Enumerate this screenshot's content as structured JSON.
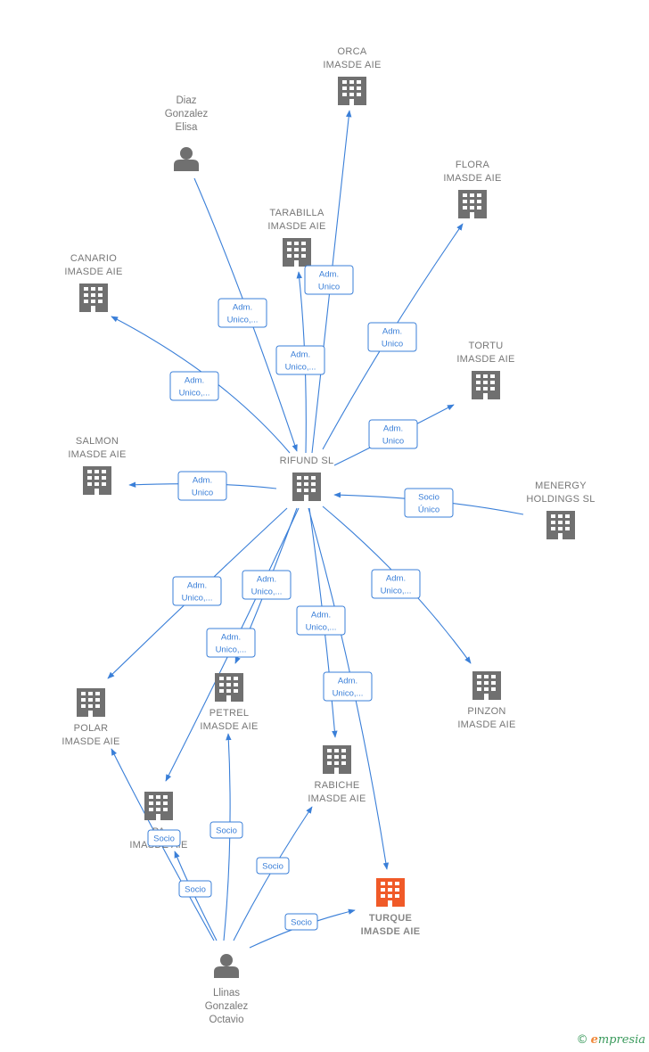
{
  "colors": {
    "edge": "#3a7fd8",
    "company": "#707070",
    "highlight": "#f05a28",
    "person": "#707070"
  },
  "nodes": [
    {
      "id": "orca",
      "type": "company",
      "lines": [
        "ORCA",
        "IMASDE  AIE"
      ]
    },
    {
      "id": "diaz",
      "type": "person",
      "lines": [
        "Diaz",
        "Gonzalez",
        "Elisa"
      ]
    },
    {
      "id": "flora",
      "type": "company",
      "lines": [
        "FLORA",
        "IMASDE  AIE"
      ]
    },
    {
      "id": "tarabilla",
      "type": "company",
      "lines": [
        "TARABILLA",
        "IMASDE  AIE"
      ]
    },
    {
      "id": "canario",
      "type": "company",
      "lines": [
        "CANARIO",
        "IMASDE  AIE"
      ]
    },
    {
      "id": "tortu",
      "type": "company",
      "lines": [
        "TORTU",
        "IMASDE  AIE"
      ]
    },
    {
      "id": "salmon",
      "type": "company",
      "lines": [
        "SALMON",
        "IMASDE  AIE"
      ]
    },
    {
      "id": "rifund",
      "type": "company",
      "lines": [
        "RIFUND  SL"
      ]
    },
    {
      "id": "menergy",
      "type": "company",
      "lines": [
        "MENERGY",
        "HOLDINGS  SL"
      ]
    },
    {
      "id": "polar",
      "type": "company",
      "lines": [
        "POLAR",
        "IMASDE  AIE"
      ]
    },
    {
      "id": "petrel",
      "type": "company",
      "lines": [
        "PETREL",
        "IMASDE  AIE"
      ]
    },
    {
      "id": "pinzon",
      "type": "company",
      "lines": [
        "PINZON",
        "IMASDE  AIE"
      ]
    },
    {
      "id": "rabiche",
      "type": "company",
      "lines": [
        "RABICHE",
        "IMASDE  AIE"
      ]
    },
    {
      "id": "pa",
      "type": "company",
      "lines": [
        "PA",
        "IMASDE  AIE"
      ]
    },
    {
      "id": "turque",
      "type": "company",
      "highlight": true,
      "lines": [
        "TURQUE",
        "IMASDE  AIE"
      ]
    },
    {
      "id": "llinas",
      "type": "person",
      "lines": [
        "Llinas",
        "Gonzalez",
        "Octavio"
      ]
    }
  ],
  "edges": [
    {
      "id": "rifund-orca",
      "lines": [
        "Adm.",
        "Unico"
      ]
    },
    {
      "id": "diaz-rifund",
      "lines": [
        "Adm.",
        "Unico,..."
      ]
    },
    {
      "id": "rifund-tarabilla",
      "lines": [
        "Adm.",
        "Unico,..."
      ]
    },
    {
      "id": "rifund-flora",
      "lines": [
        "Adm.",
        "Unico"
      ]
    },
    {
      "id": "rifund-canario",
      "lines": [
        "Adm.",
        "Unico,..."
      ]
    },
    {
      "id": "rifund-tortu",
      "lines": [
        "Adm.",
        "Unico"
      ]
    },
    {
      "id": "rifund-salmon",
      "lines": [
        "Adm.",
        "Unico"
      ]
    },
    {
      "id": "menergy-rifund",
      "lines": [
        "Socio",
        "Único"
      ]
    },
    {
      "id": "rifund-polar",
      "lines": [
        "Adm.",
        "Unico,..."
      ]
    },
    {
      "id": "rifund-petrel",
      "lines": [
        "Adm.",
        "Unico,..."
      ]
    },
    {
      "id": "rifund-pa",
      "lines": [
        "Adm.",
        "Unico,..."
      ]
    },
    {
      "id": "rifund-pinzon",
      "lines": [
        "Adm.",
        "Unico,..."
      ]
    },
    {
      "id": "rifund-rabiche",
      "lines": [
        "Adm.",
        "Unico,..."
      ]
    },
    {
      "id": "rifund-turque",
      "lines": [
        "Adm.",
        "Unico,..."
      ]
    },
    {
      "id": "llinas-pa",
      "lines": [
        "Socio"
      ]
    },
    {
      "id": "llinas-polar",
      "lines": [
        "Socio"
      ]
    },
    {
      "id": "llinas-petrel",
      "lines": [
        "Socio"
      ]
    },
    {
      "id": "llinas-rabiche",
      "lines": [
        "Socio"
      ]
    },
    {
      "id": "llinas-turque",
      "lines": [
        "Socio"
      ]
    }
  ],
  "footer": {
    "copyright": "©",
    "brand_e": "e",
    "brand_rest": "mpresia"
  }
}
